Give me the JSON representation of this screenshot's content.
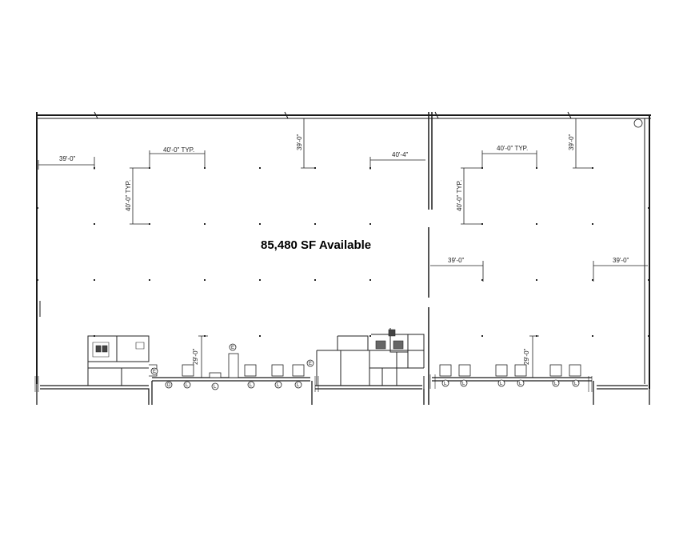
{
  "plan": {
    "headline": "85,480 SF Available",
    "dimensions": {
      "bay_left": "39'-0\"",
      "typ_h_left": "40'-0\" TYP.",
      "typ_v_left": "40'-0\" TYP.",
      "depth_left": "39'-0\"",
      "span_mid": "40'-4\"",
      "typ_h_right": "40'-0\" TYP.",
      "typ_v_right": "40'-0\" TYP.",
      "depth_right": "39'-0\"",
      "bay_mid_right": "39'-0\"",
      "bay_far_right": "39'-0\"",
      "dock_left": "29'-0\"",
      "dock_right": "29'-0\""
    },
    "markers": {
      "door": "D",
      "leveler": "L",
      "exit": "E"
    }
  }
}
